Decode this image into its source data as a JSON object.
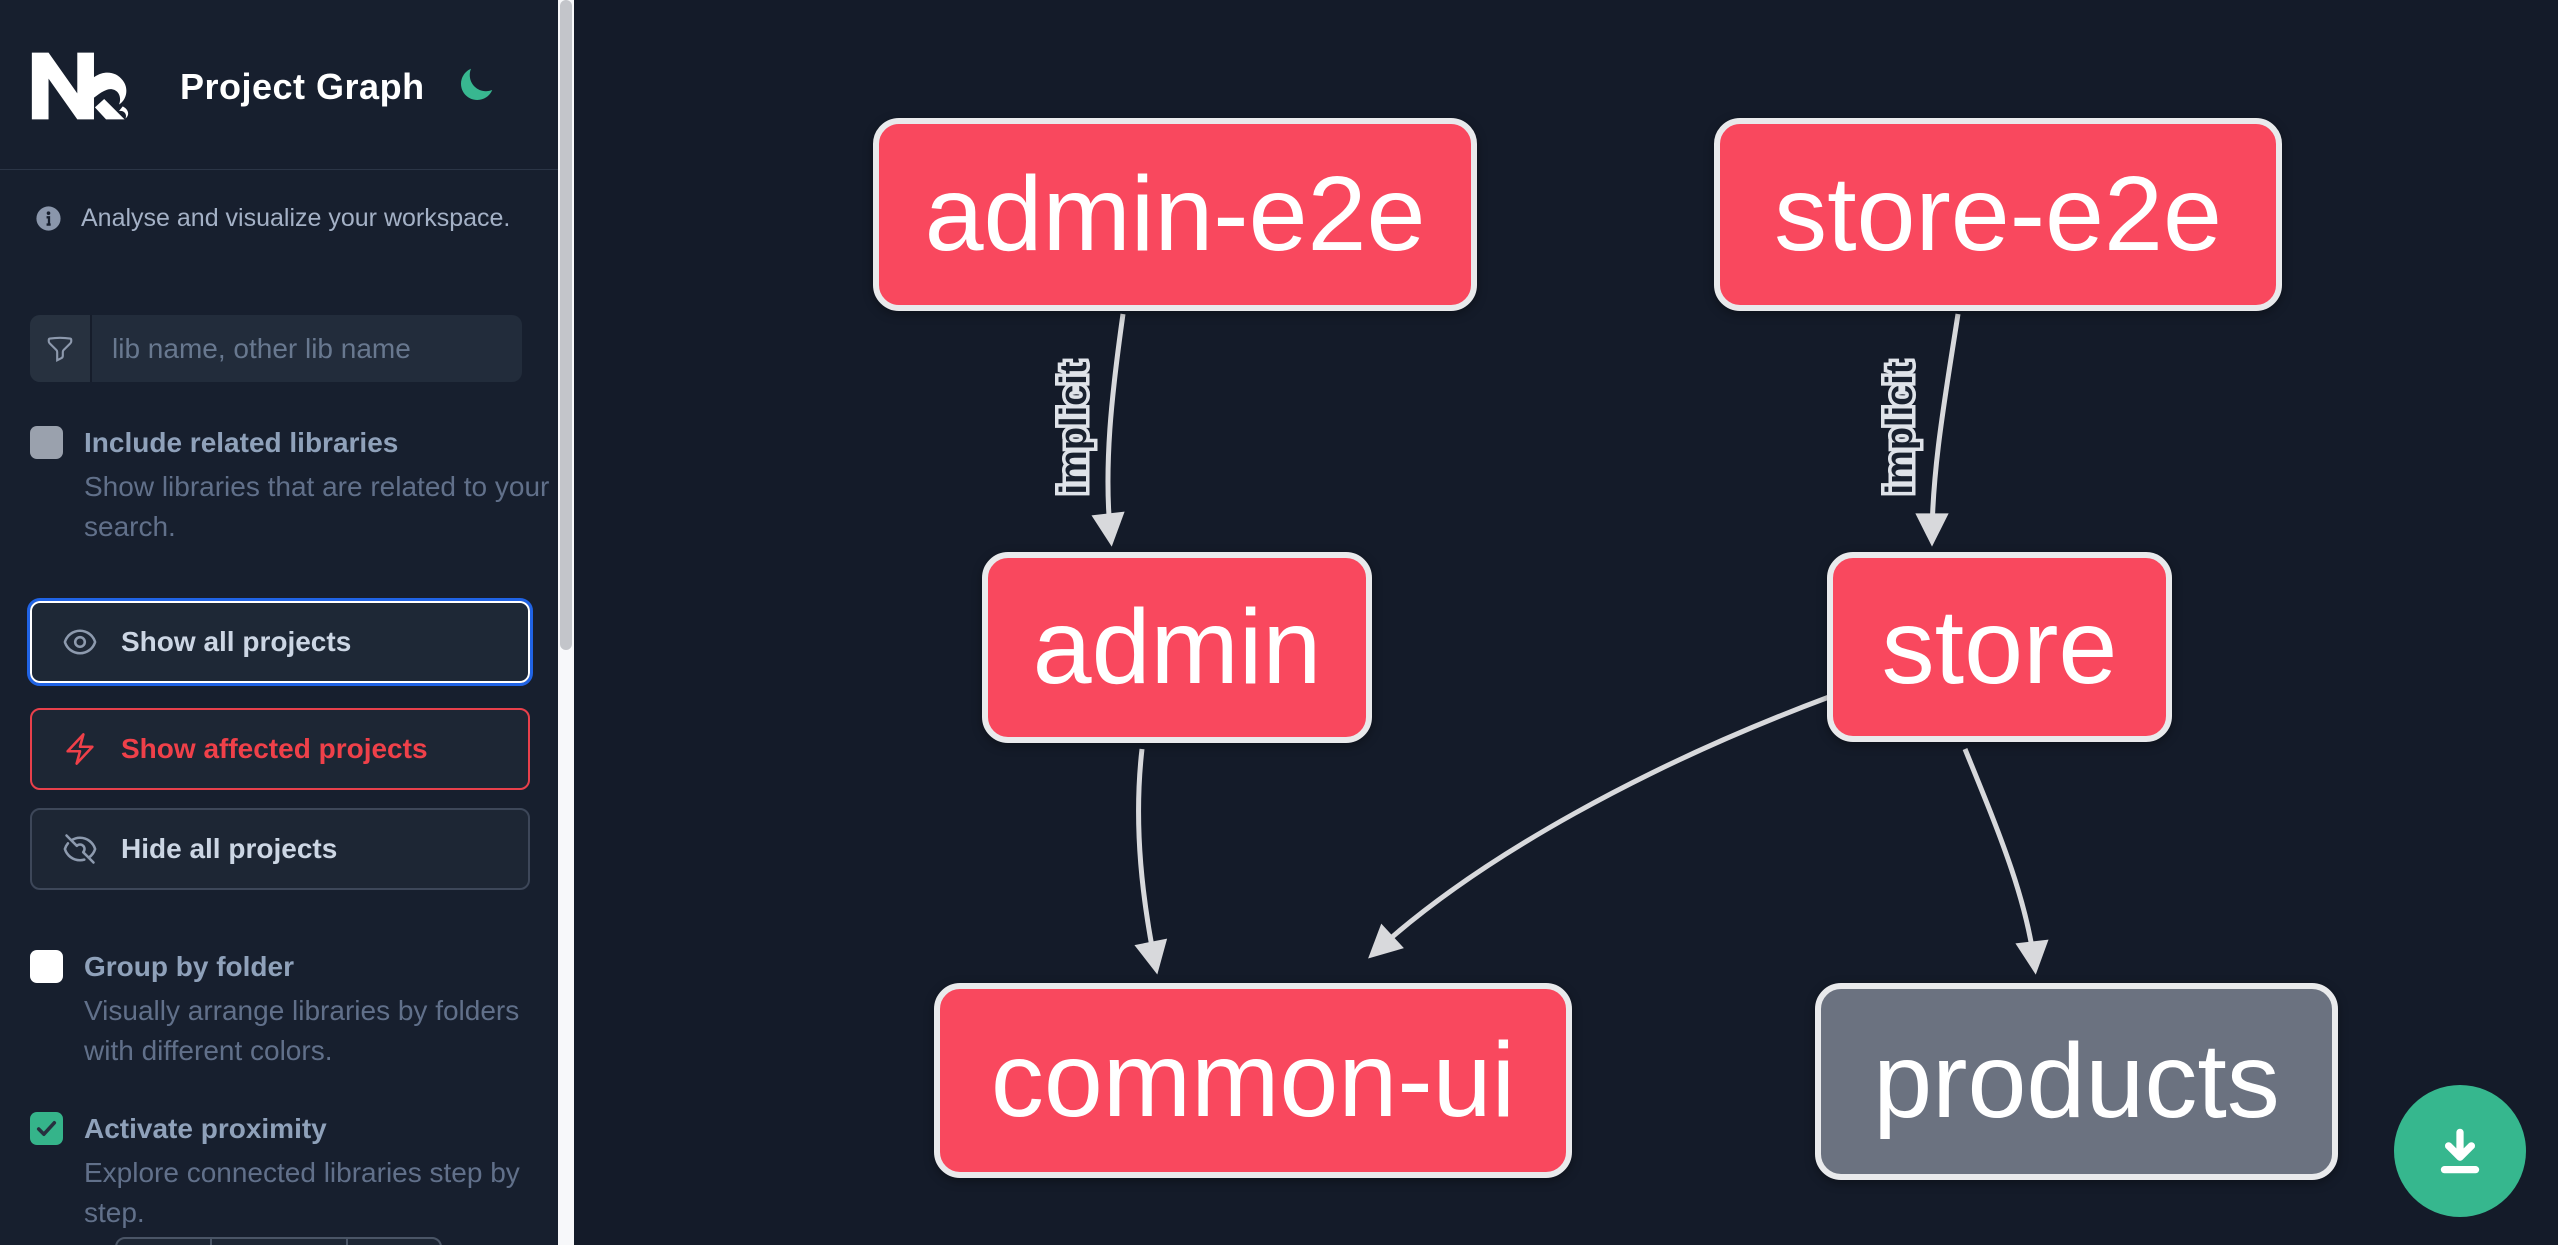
{
  "app": {
    "title": "Project Graph",
    "colors": {
      "sidebar_bg": "#171f2e",
      "canvas_bg": "#141b29",
      "node_affected": "#f9485e",
      "node_default": "#6b7280",
      "node_border": "#e9eaec",
      "edge": "#d8d9dc",
      "accent_green": "#36b78e",
      "accent_blue": "#2063e5",
      "accent_red": "#ef4049"
    }
  },
  "sidebar": {
    "intro_text": "Analyse and visualize your workspace.",
    "search": {
      "placeholder": "lib name, other lib name",
      "value": ""
    },
    "actions": [
      {
        "label": "Show all projects",
        "icon": "eye-icon",
        "state": "focused"
      },
      {
        "label": "Show affected projects",
        "icon": "bolt-icon",
        "state": "affected"
      },
      {
        "label": "Hide all projects",
        "icon": "eye-off-icon",
        "state": "default"
      }
    ],
    "toggles": [
      {
        "label": "Include related libraries",
        "description": "Show libraries that are related to your search.",
        "checked": false
      },
      {
        "label": "Group by folder",
        "description": "Visually arrange libraries by folders with different colors.",
        "checked": false
      },
      {
        "label": "Activate proximity",
        "description": "Explore connected libraries step by step.",
        "checked": true
      }
    ]
  },
  "graph": {
    "nodes": [
      {
        "id": "admin-e2e",
        "label": "admin-e2e",
        "color": "#f9485e"
      },
      {
        "id": "store-e2e",
        "label": "store-e2e",
        "color": "#f9485e"
      },
      {
        "id": "admin",
        "label": "admin",
        "color": "#f9485e"
      },
      {
        "id": "store",
        "label": "store",
        "color": "#f9485e"
      },
      {
        "id": "common-ui",
        "label": "common-ui",
        "color": "#f9485e"
      },
      {
        "id": "products",
        "label": "products",
        "color": "#6b7280"
      }
    ],
    "edges": [
      {
        "source": "admin-e2e",
        "target": "admin",
        "label": "implicit"
      },
      {
        "source": "store-e2e",
        "target": "store",
        "label": "implicit"
      },
      {
        "source": "admin",
        "target": "common-ui",
        "label": ""
      },
      {
        "source": "store",
        "target": "common-ui",
        "label": ""
      },
      {
        "source": "store",
        "target": "products",
        "label": ""
      }
    ]
  }
}
